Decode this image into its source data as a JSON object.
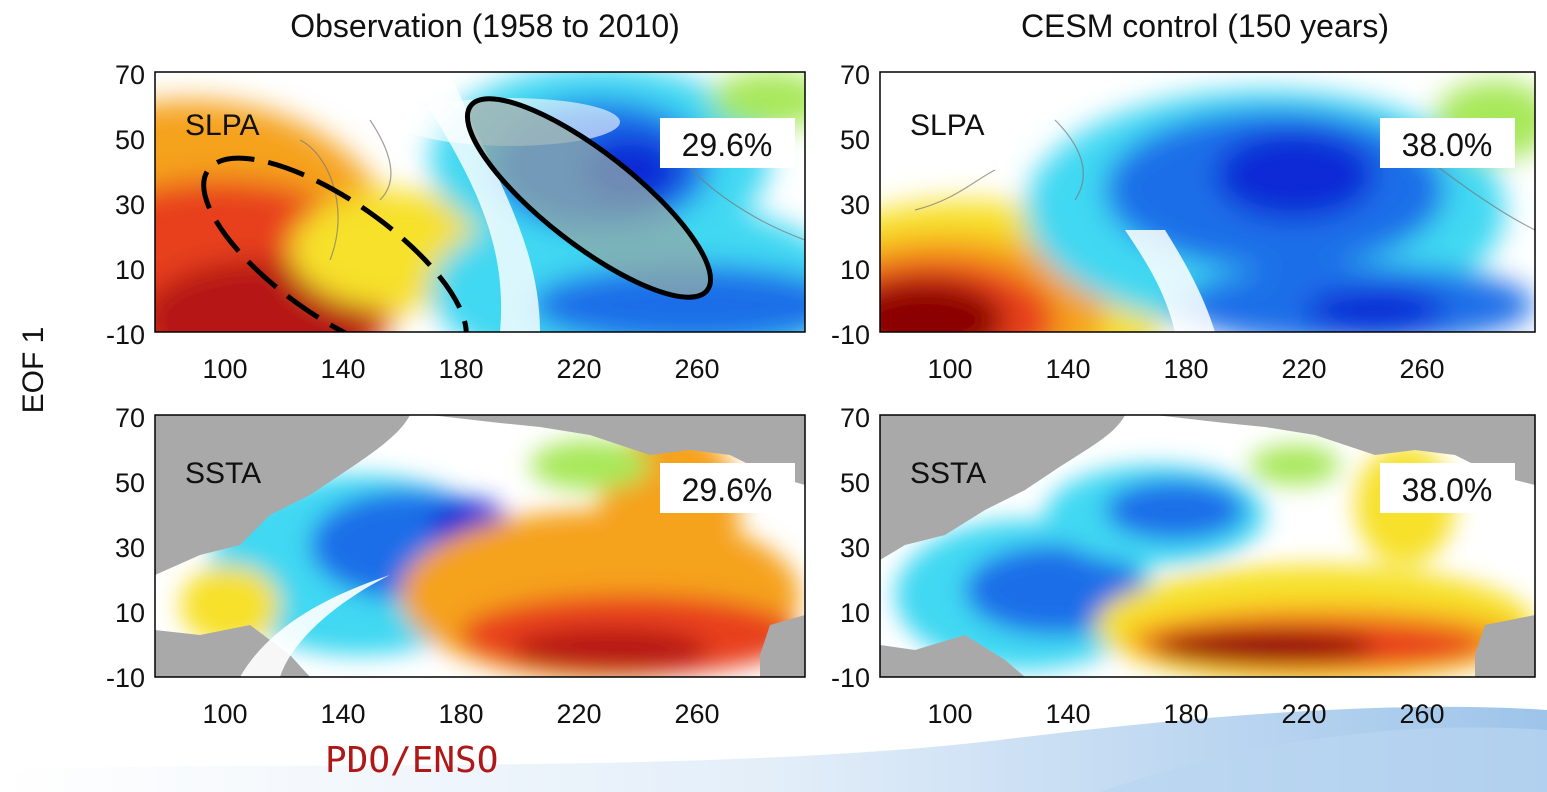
{
  "column_titles": {
    "left": "Observation (1958 to 2010)",
    "right": "CESM control (150 years)"
  },
  "row_label": "EOF 1",
  "caption": "PDO/ENSO",
  "axes": {
    "x_ticks": [
      "100",
      "140",
      "180",
      "220",
      "260"
    ],
    "y_ticks": [
      "70",
      "50",
      "30",
      "10",
      "-10"
    ],
    "x_range": [
      80,
      300
    ],
    "y_range": [
      -10,
      70
    ]
  },
  "panels": [
    {
      "id": "obs-slpa",
      "field": "SLPA",
      "variance": "29.6%"
    },
    {
      "id": "cesm-slpa",
      "field": "SLPA",
      "variance": "38.0%"
    },
    {
      "id": "obs-ssta",
      "field": "SSTA",
      "variance": "29.6%"
    },
    {
      "id": "cesm-ssta",
      "field": "SSTA",
      "variance": "38.0%"
    }
  ],
  "colors": {
    "warm_dark": "#8b0000",
    "warm": "#e8401c",
    "orange": "#f5a21f",
    "yellow": "#f7e12a",
    "green": "#a7e85a",
    "cyan": "#3fd8f2",
    "blue": "#1e6ee8",
    "blue_dark": "#0a2bd6",
    "land": "#a9a9a9",
    "caption": "#b01818"
  }
}
